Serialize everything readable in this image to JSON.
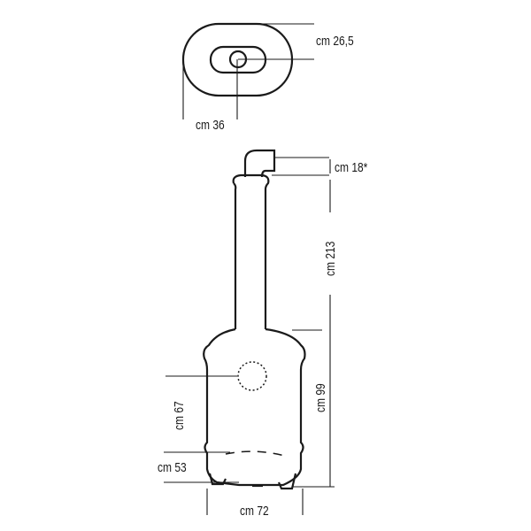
{
  "top_view": {
    "depth_label": "cm 26,5",
    "width_label": "cm 36"
  },
  "side_view": {
    "flue_label": "cm 18*",
    "total_height_label": "cm 213",
    "body_height_label": "cm 99",
    "outlet_height_label": "cm 67",
    "base_height_label": "cm 53",
    "base_width_label": "cm 72"
  }
}
